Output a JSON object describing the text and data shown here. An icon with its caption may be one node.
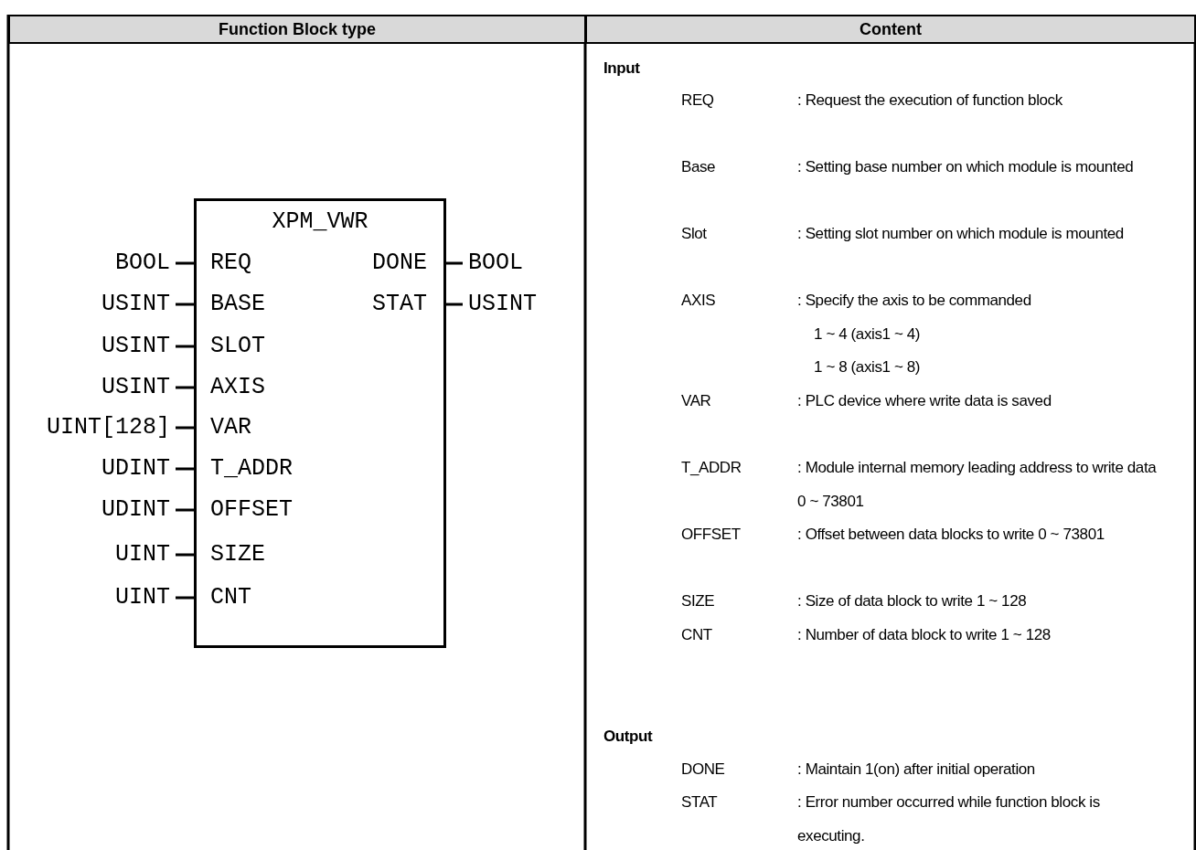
{
  "diagram": {
    "nodes": [
      {
        "text": [
          "XPM_VWR"
        ]
      }
    ],
    "edges": [],
    "labels": [
      "Function Block type",
      "Content",
      "BOOL",
      "REQ",
      "DONE",
      "BOOL",
      "USINT",
      "BASE",
      "STAT",
      "USINT",
      "USINT",
      "SLOT",
      "USINT",
      "AXIS",
      "UINT[128]",
      "VAR",
      "UDINT",
      "T_ADDR",
      "UDINT",
      "OFFSET",
      "UINT",
      "SIZE",
      "UINT",
      "CNT",
      "Input",
      "REQ",
      ": Request the execution of function block",
      "Base",
      ": Setting base number on which module is mounted",
      "Slot",
      ": Setting slot number on which module is mounted",
      "AXIS",
      ": Specify the axis to be commanded",
      "1 ~ 4 (axis1 ~ 4)",
      "1 ~ 8 (axis1 ~ 8)",
      "VAR",
      ": PLC device where write data is saved",
      "T_ADDR",
      ": Module internal memory leading address to write data 0 ~ 73801",
      "OFFSET",
      ": Offset between data blocks to write 0 ~ 73801",
      "SIZE",
      ": Size of data block to write 1 ~ 128",
      "CNT",
      ": Number of data block to write 1 ~ 128",
      "Output",
      "DONE",
      ": Maintain 1(on) after initial operation",
      "STAT",
      ": Error number occurred while function block is executing."
    ]
  }
}
